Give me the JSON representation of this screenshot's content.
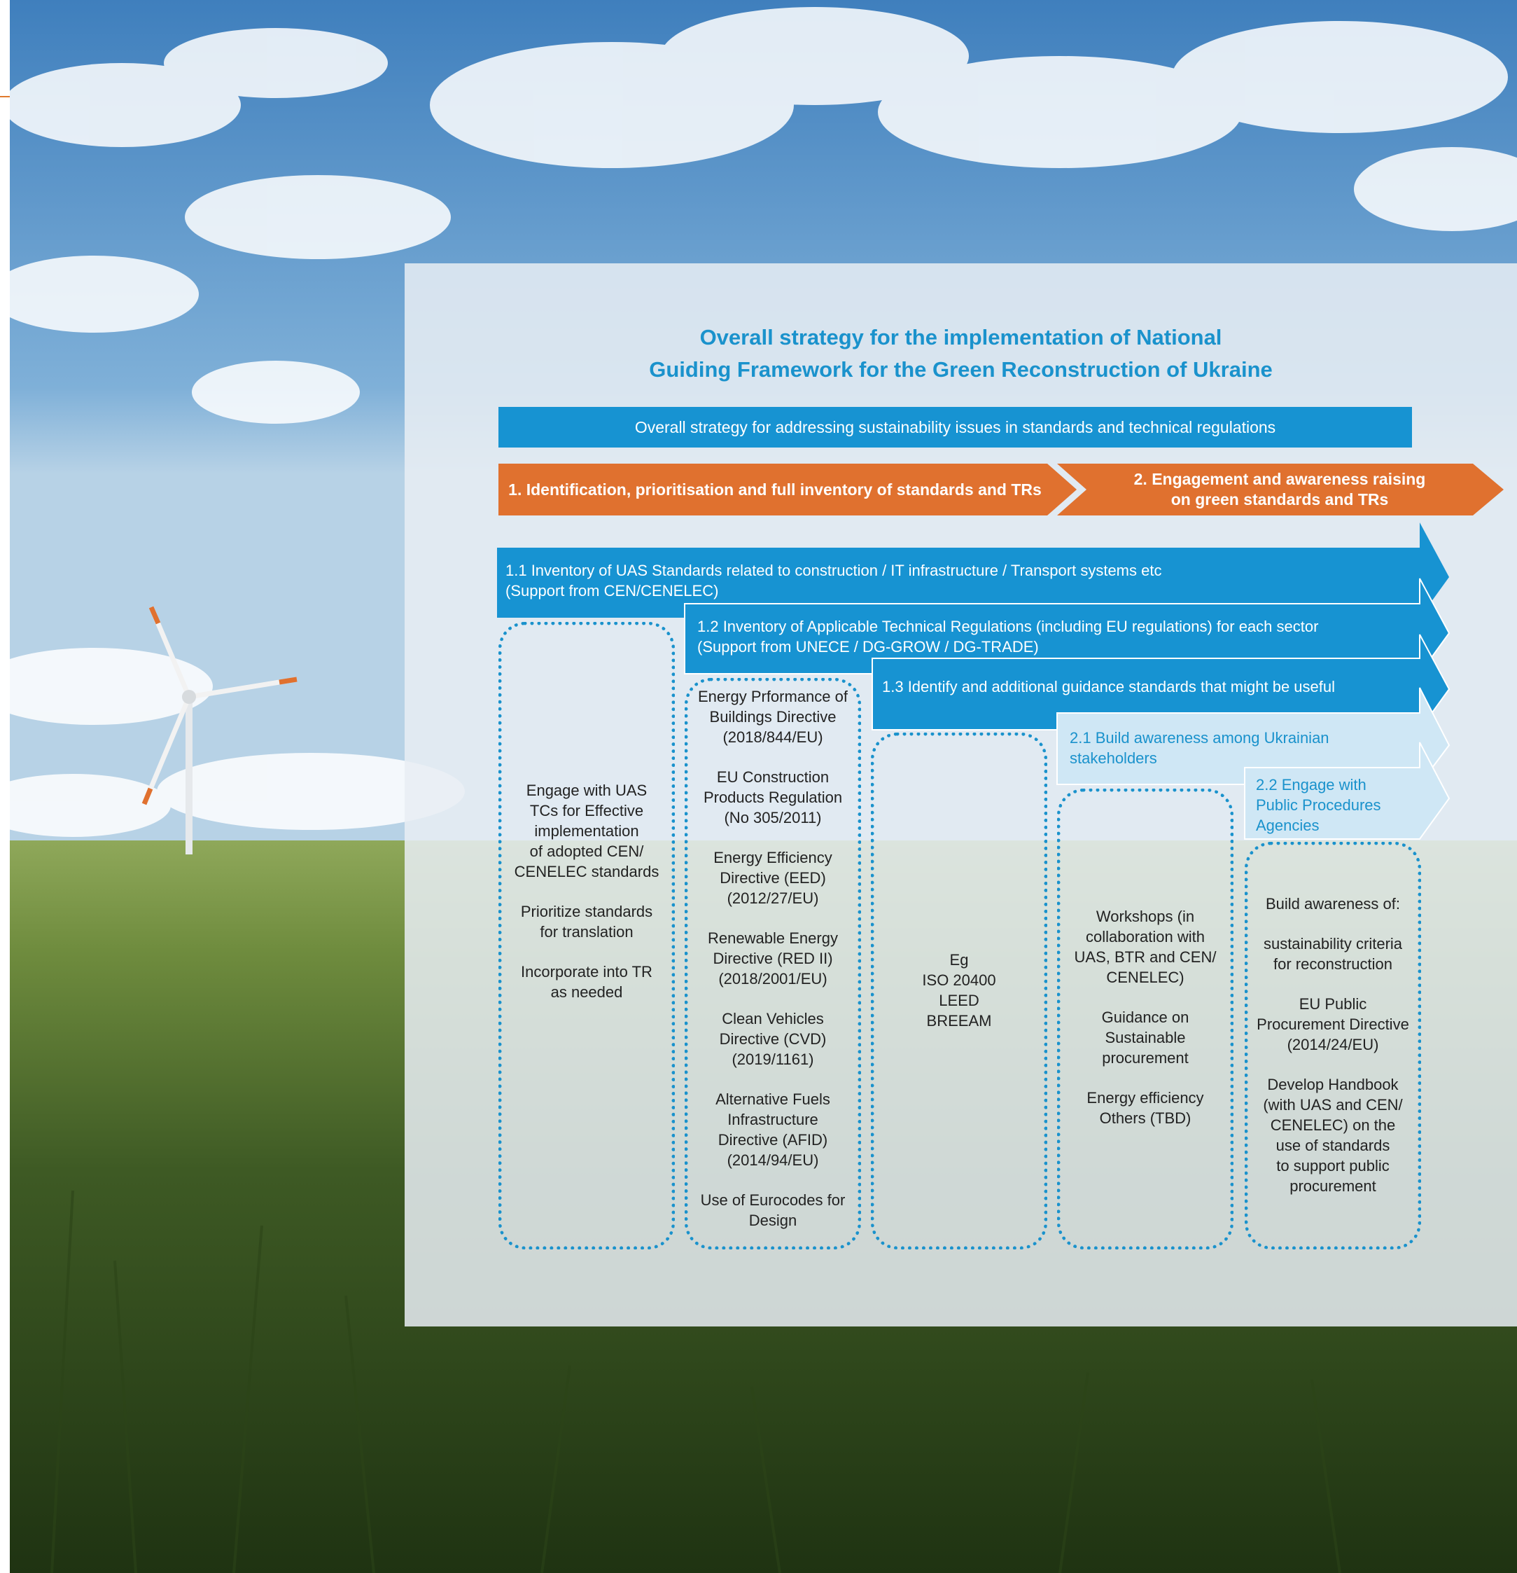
{
  "title": {
    "line1": "Overall strategy for the implementation of National",
    "line2": "Guiding Framework for the Green Reconstruction of Ukraine"
  },
  "banner": "Overall strategy for addressing sustainability issues in standards and technical regulations",
  "phases": {
    "phase1": "1. Identification, prioritisation and full inventory of standards and TRs",
    "phase2_line1": "2. Engagement and awareness raising",
    "phase2_line2": "on green standards and TRs"
  },
  "steps": {
    "s11_line1": "1.1 Inventory of UAS Standards related to construction / IT infrastructure / Transport systems etc",
    "s11_line2": "(Support from CEN/CENELEC)",
    "s12_line1": "1.2 Inventory of Applicable Technical Regulations (including EU regulations) for each sector",
    "s12_line2": "(Support from UNECE / DG-GROW / DG-TRADE)",
    "s13": "1.3 Identify and additional guidance standards that might be useful",
    "s21_line1": "2.1 Build awareness among Ukrainian",
    "s21_line2": "stakeholders",
    "s22_line1": "2.2 Engage with",
    "s22_line2": "Public Procedures",
    "s22_line3": "Agencies"
  },
  "columns": {
    "col1": [
      "Engage with UAS\nTCs for Effective\nimplementation\nof adopted CEN/\nCENELEC standards",
      "Prioritize standards\nfor translation",
      "Incorporate into TR\nas needed"
    ],
    "col2": [
      "Energy Prformance of\nBuildings Directive\n(2018/844/EU)",
      "EU Construction\nProducts Regulation\n(No 305/2011)",
      "Energy Efficiency\nDirective (EED)\n(2012/27/EU)",
      "Renewable Energy\nDirective (RED II)\n(2018/2001/EU)",
      "Clean Vehicles\nDirective (CVD)\n(2019/1161)",
      "Alternative Fuels\nInfrastructure\nDirective (AFID)\n(2014/94/EU)",
      "Use of Eurocodes for\nDesign"
    ],
    "col3": [
      "Eg\nISO 20400\nLEED\nBREEAM"
    ],
    "col4": [
      "Workshops (in\ncollaboration with\nUAS, BTR and CEN/\nCENELEC)",
      "Guidance on\nSustainable\nprocurement",
      "Energy efficiency\nOthers (TBD)"
    ],
    "col5": [
      "Build awareness of:",
      "sustainability criteria\nfor reconstruction",
      "EU Public\nProcurement Directive\n(2014/24/EU)",
      "Develop Handbook\n(with UAS and CEN/\nCENELEC) on the\nuse of standards\nto support public\nprocurement"
    ]
  },
  "colors": {
    "blue": "#1793d2",
    "orange": "#e0712f",
    "pale_blue": "#cfe7f5",
    "title_blue": "#1a92cc"
  }
}
